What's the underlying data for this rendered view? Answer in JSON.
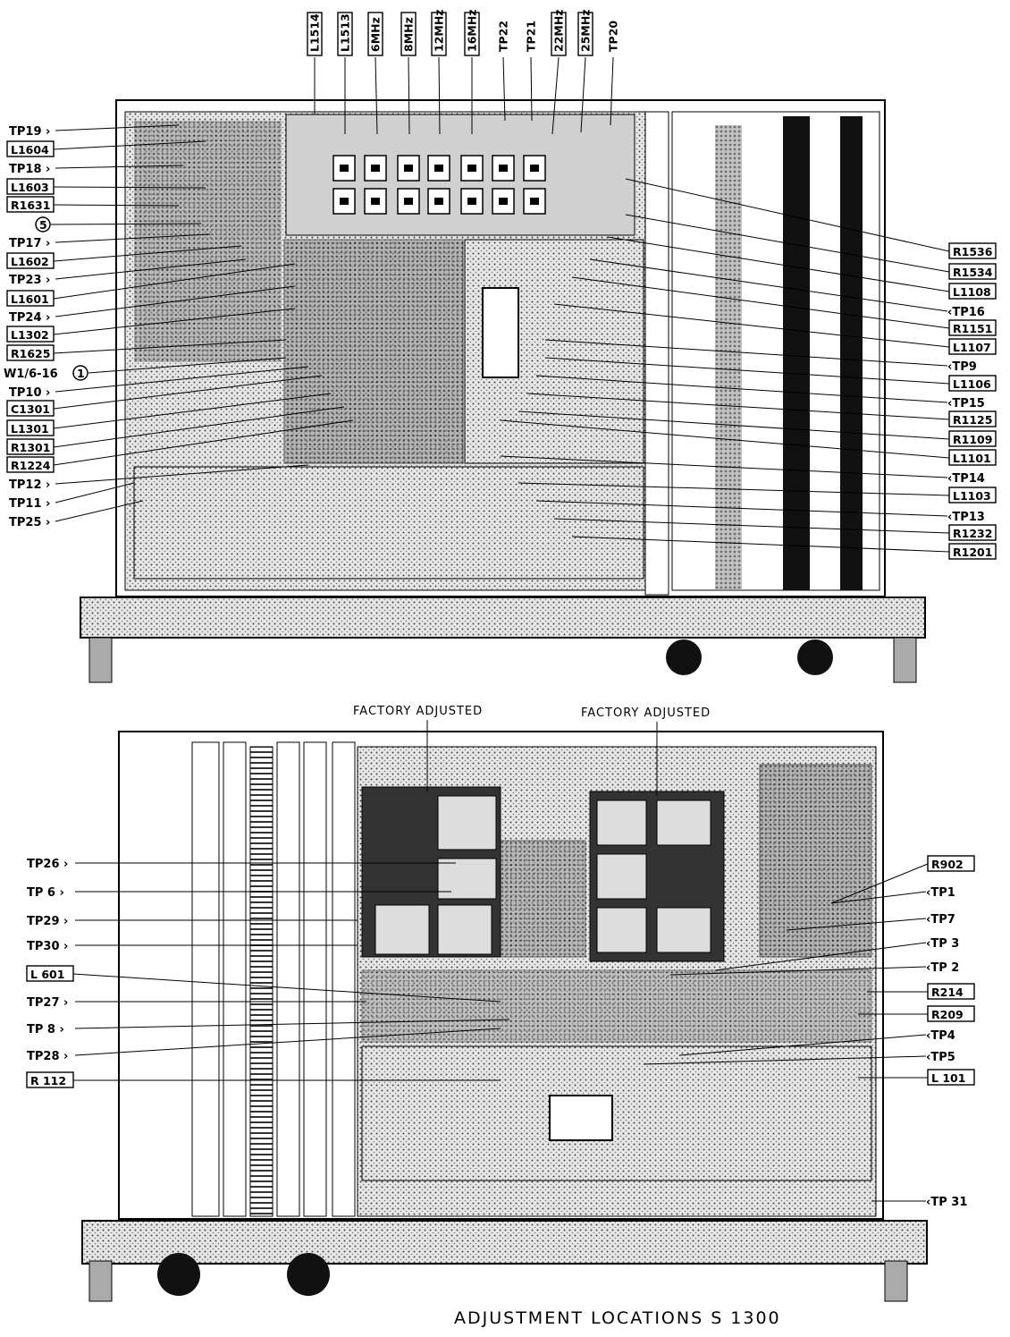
{
  "title": "ADJUSTMENT LOCATIONS S 1300",
  "upper_view": {
    "top_labels": [
      "L1514",
      "L1513",
      "6MHz",
      "8MHz",
      "12MHz",
      "16MHz",
      "TP22",
      "TP21",
      "22MHz",
      "25MHz",
      "TP20"
    ],
    "left_labels": [
      "TP19",
      "L1604",
      "TP18",
      "L1603",
      "R1631",
      "5",
      "TP17",
      "L1602",
      "TP23",
      "L1601",
      "TP24",
      "L1302",
      "R1625",
      "W1/6-16",
      "1",
      "TP10",
      "C1301",
      "L1301",
      "R1301",
      "R1224",
      "TP12",
      "TP11",
      "TP25"
    ],
    "right_labels": [
      "R1536",
      "R1534",
      "L1108",
      "TP16",
      "R1151",
      "L1107",
      "TP9",
      "L1106",
      "TP15",
      "R1125",
      "R1109",
      "L1101",
      "TP14",
      "L1103",
      "TP13",
      "R1232",
      "R1201"
    ]
  },
  "lower_view": {
    "factory_labels": [
      "FACTORY ADJUSTED",
      "FACTORY ADJUSTED"
    ],
    "left_labels": [
      "TP26",
      "TP 6",
      "TP29",
      "TP30",
      "L 601",
      "TP27",
      "TP 8",
      "TP28",
      "R 112"
    ],
    "right_labels": [
      "R902",
      "TP1",
      "TP7",
      "TP 3",
      "TP 2",
      "R214",
      "R209",
      "TP4",
      "TP5",
      "L 101",
      "TP 31"
    ]
  }
}
